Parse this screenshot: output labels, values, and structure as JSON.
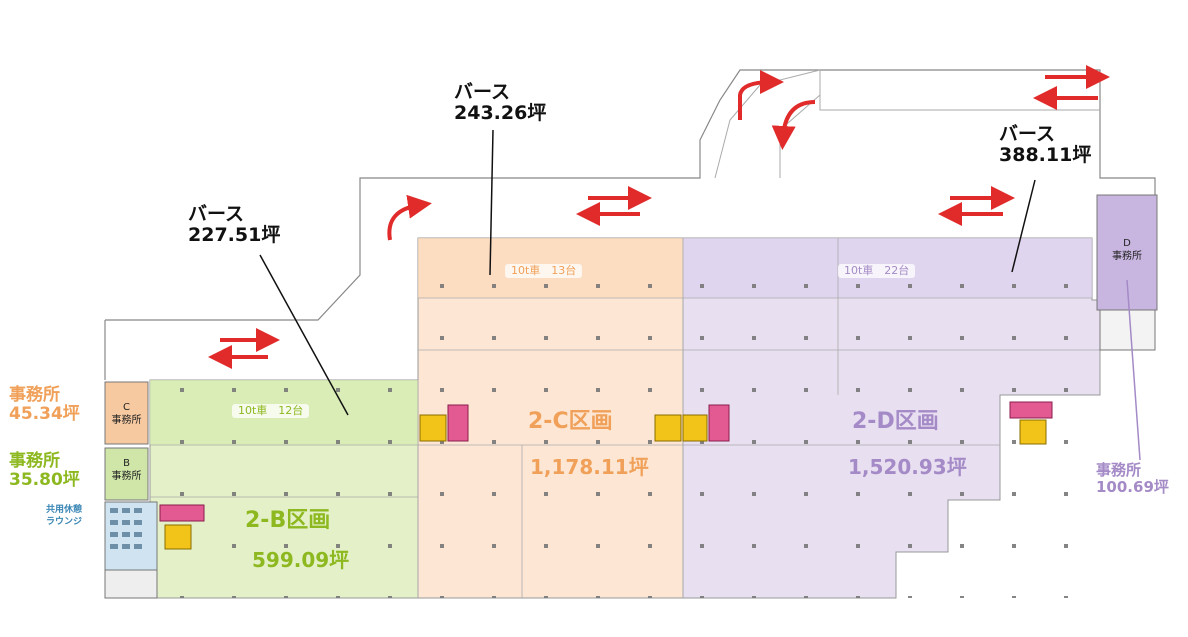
{
  "colors": {
    "area_b": "#e4f1c8",
    "area_b_text": "#8db81f",
    "area_c": "#fde7d4",
    "area_c_text": "#f0a058",
    "area_d": "#e8dff1",
    "area_d_text": "#a48ac6",
    "office_c": "#f7c9a0",
    "office_b": "#cfe6a8",
    "office_d": "#c9b6e0",
    "lounge": "#cfe3f0",
    "arrow": "#e12a2a",
    "dock_yellow": "#f2c318",
    "dock_pink": "#e35a92",
    "outline": "#888888"
  },
  "berths": {
    "b": {
      "title": "バース",
      "size": "227.51坪"
    },
    "c": {
      "title": "バース",
      "size": "243.26坪"
    },
    "d": {
      "title": "バース",
      "size": "388.11坪"
    }
  },
  "areas": {
    "b": {
      "name": "2-B区画",
      "size": "599.09坪",
      "truck": "10t車　12台"
    },
    "c": {
      "name": "2-C区画",
      "size": "1,178.11坪",
      "truck": "10t車　13台"
    },
    "d": {
      "name": "2-D区画",
      "size": "1,520.93坪",
      "truck": "10t車　22台"
    }
  },
  "offices": {
    "c": {
      "letter": "C",
      "label": "事務所",
      "side_title": "事務所",
      "side_size": "45.34坪"
    },
    "b": {
      "letter": "B",
      "label": "事務所",
      "side_title": "事務所",
      "side_size": "35.80坪"
    },
    "d": {
      "letter": "D",
      "label": "事務所",
      "side_title": "事務所",
      "side_size": "100.69坪"
    }
  },
  "lounge": {
    "line1": "共用休憩",
    "line2": "ラウンジ"
  }
}
